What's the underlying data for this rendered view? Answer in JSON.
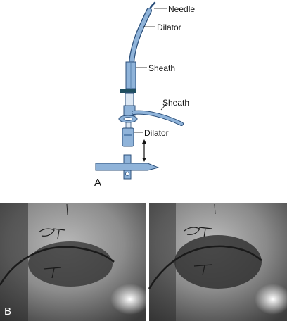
{
  "panel_a": {
    "letter": "A",
    "labels": {
      "needle": "Needle",
      "dilator_top": "Dilator",
      "sheath_top": "Sheath",
      "sheath_side": "Sheath",
      "dilator_hub": "Dilator"
    }
  },
  "panel_b": {
    "letter": "B"
  },
  "colors": {
    "device_blue": "#8fb3d9",
    "device_outline": "#2b4f7a",
    "band": "#1f4e5f"
  }
}
